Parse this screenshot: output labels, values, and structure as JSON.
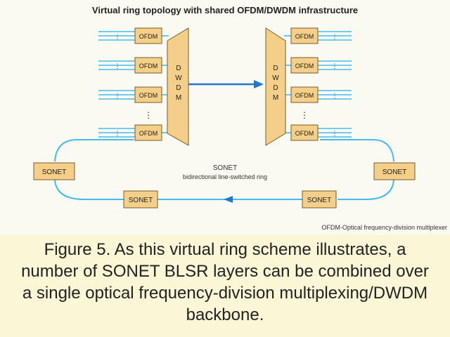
{
  "diagram": {
    "title": "Virtual ring topology with shared OFDM/DWDM infrastructure",
    "ofdm_label": "OFDM",
    "dwdm_letters": [
      "D",
      "W",
      "D",
      "M"
    ],
    "sonet_label": "SONET",
    "ring_label_line1": "SONET",
    "ring_label_line2": "bidirectional line-switched ring",
    "footnote": "OFDM-Optical frequency-division multiplexer",
    "colors": {
      "fiber": "#44bbee",
      "arrow": "#2277cc",
      "box_fill": "#f4cf8a",
      "box_stroke": "#7a5a2a",
      "mux_fill": "#f4cf8a"
    }
  },
  "caption": {
    "line1": "Figure 5. As this virtual ring scheme illustrates, a",
    "line2": "number of SONET BLSR layers can be combined over",
    "line3": "a single optical frequency-division multiplexing/DWDM",
    "line4": "backbone."
  }
}
